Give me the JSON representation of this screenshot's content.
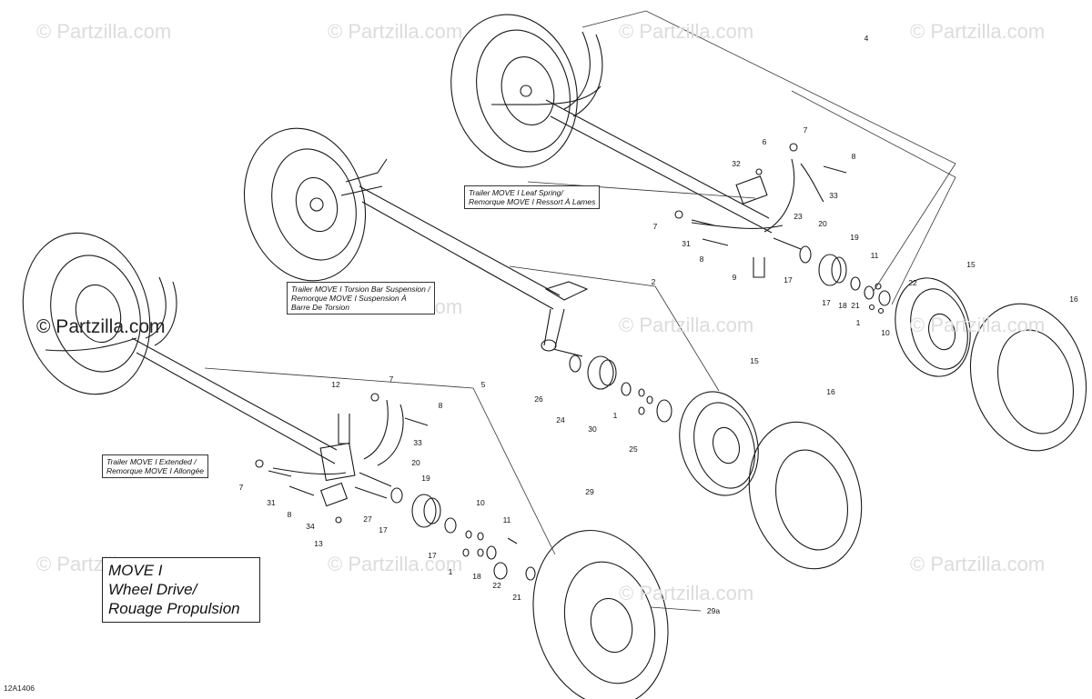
{
  "watermark": {
    "text": "© Partzilla.com"
  },
  "main_watermark": "© Partzilla.com",
  "title_lines": [
    "MOVE I",
    "Wheel Drive/",
    "Rouage Propulsion"
  ],
  "diagram_id": "12A1406",
  "captions": {
    "leaf_spring": [
      "Trailer MOVE I Leaf Spring/",
      "Remorque MOVE I Ressort À Lames"
    ],
    "torsion_bar": [
      "Trailer MOVE I Torsion Bar Suspension /",
      "Remorque MOVE I Suspension À",
      "Barre De Torsion"
    ],
    "extended": [
      "Trailer MOVE I Extended /",
      "Remorque MOVE I Allongée"
    ]
  },
  "callouts": [
    {
      "id": "c4",
      "text": "4"
    },
    {
      "id": "c7a",
      "text": "7"
    },
    {
      "id": "c6",
      "text": "6"
    },
    {
      "id": "c8a",
      "text": "8"
    },
    {
      "id": "c32",
      "text": "32"
    },
    {
      "id": "c33a",
      "text": "33"
    },
    {
      "id": "c23",
      "text": "23"
    },
    {
      "id": "c7b",
      "text": "7"
    },
    {
      "id": "c31a",
      "text": "31"
    },
    {
      "id": "c8b",
      "text": "8"
    },
    {
      "id": "c20a",
      "text": "20"
    },
    {
      "id": "c19a",
      "text": "19"
    },
    {
      "id": "c11a",
      "text": "11"
    },
    {
      "id": "c15a",
      "text": "15"
    },
    {
      "id": "c16a",
      "text": "16"
    },
    {
      "id": "c9",
      "text": "9"
    },
    {
      "id": "c17a",
      "text": "17"
    },
    {
      "id": "c22a",
      "text": "22"
    },
    {
      "id": "c17b",
      "text": "17"
    },
    {
      "id": "c18a",
      "text": "18"
    },
    {
      "id": "c21a",
      "text": "21"
    },
    {
      "id": "c1a",
      "text": "1"
    },
    {
      "id": "c10a",
      "text": "10"
    },
    {
      "id": "c2",
      "text": "2"
    },
    {
      "id": "c26",
      "text": "26"
    },
    {
      "id": "c24",
      "text": "24"
    },
    {
      "id": "c30",
      "text": "30"
    },
    {
      "id": "c1b",
      "text": "1"
    },
    {
      "id": "c25",
      "text": "25"
    },
    {
      "id": "c15b",
      "text": "15"
    },
    {
      "id": "c16b",
      "text": "16"
    },
    {
      "id": "c5",
      "text": "5"
    },
    {
      "id": "c12",
      "text": "12"
    },
    {
      "id": "c7c",
      "text": "7"
    },
    {
      "id": "c8c",
      "text": "8"
    },
    {
      "id": "c33b",
      "text": "33"
    },
    {
      "id": "c7d",
      "text": "7"
    },
    {
      "id": "c20b",
      "text": "20"
    },
    {
      "id": "c19b",
      "text": "19"
    },
    {
      "id": "c31b",
      "text": "31"
    },
    {
      "id": "c8d",
      "text": "8"
    },
    {
      "id": "c27",
      "text": "27"
    },
    {
      "id": "c34",
      "text": "34"
    },
    {
      "id": "c17c",
      "text": "17"
    },
    {
      "id": "c13",
      "text": "13"
    },
    {
      "id": "c10b",
      "text": "10"
    },
    {
      "id": "c11b",
      "text": "11"
    },
    {
      "id": "c17d",
      "text": "17"
    },
    {
      "id": "c1c",
      "text": "1"
    },
    {
      "id": "c18b",
      "text": "18"
    },
    {
      "id": "c22b",
      "text": "22"
    },
    {
      "id": "c21b",
      "text": "21"
    },
    {
      "id": "c29",
      "text": "29"
    },
    {
      "id": "c29a",
      "text": "29a"
    }
  ]
}
